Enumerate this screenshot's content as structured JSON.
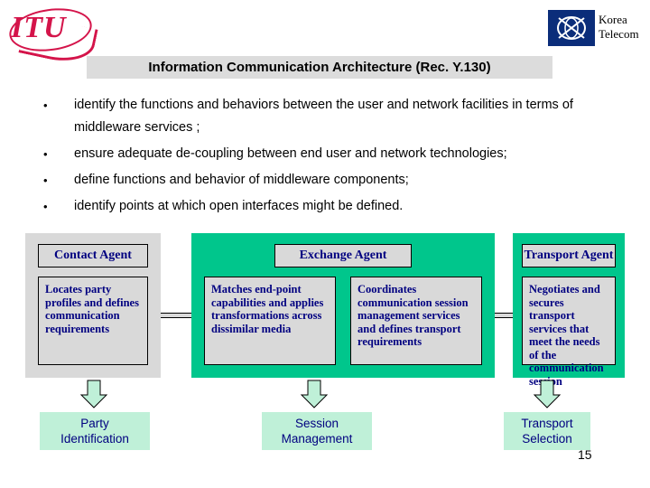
{
  "header": {
    "itu_logo_text": "ITU",
    "kt_logo_name": "kt-logo-icon",
    "kt_name_line1": "Korea",
    "kt_name_line2": "Telecom",
    "title": "Information Communication Architecture (Rec. Y.130)"
  },
  "bullets": {
    "marker": "•",
    "items": [
      "identify the functions and behaviors between the user and network facilities in terms of middleware services ;",
      "ensure  adequate de-coupling between end user and network technologies;",
      "define functions and behavior of middleware components;",
      "identify points at which open interfaces  might be defined."
    ]
  },
  "diagram": {
    "agents": [
      {
        "title": "Contact Agent",
        "body": "Locates party profiles and defines communication requirements"
      },
      {
        "title": "Exchange Agent",
        "body_1": "Matches end-point capabilities and applies transformations across dissimilar media",
        "body_2": "Coordinates communication session management services and defines transport requirements"
      },
      {
        "title": "Transport Agent",
        "body": "Negotiates and secures transport services that meet the needs of the communication session"
      }
    ],
    "outcomes": [
      {
        "line1": "Party",
        "line2": "Identification"
      },
      {
        "line1": "Session",
        "line2": "Management"
      },
      {
        "line1": "Transport",
        "line2": "Selection"
      }
    ],
    "arrow_icon": "down-arrow-icon"
  },
  "footer": {
    "page_number": "15"
  },
  "colors": {
    "green_panel": "#00c68c",
    "gray_panel": "#d9d9d9",
    "navy_text": "#000080",
    "mint_box": "#bff0d8",
    "itu_red": "#d4144a",
    "kt_blue": "#0b2d7a"
  }
}
